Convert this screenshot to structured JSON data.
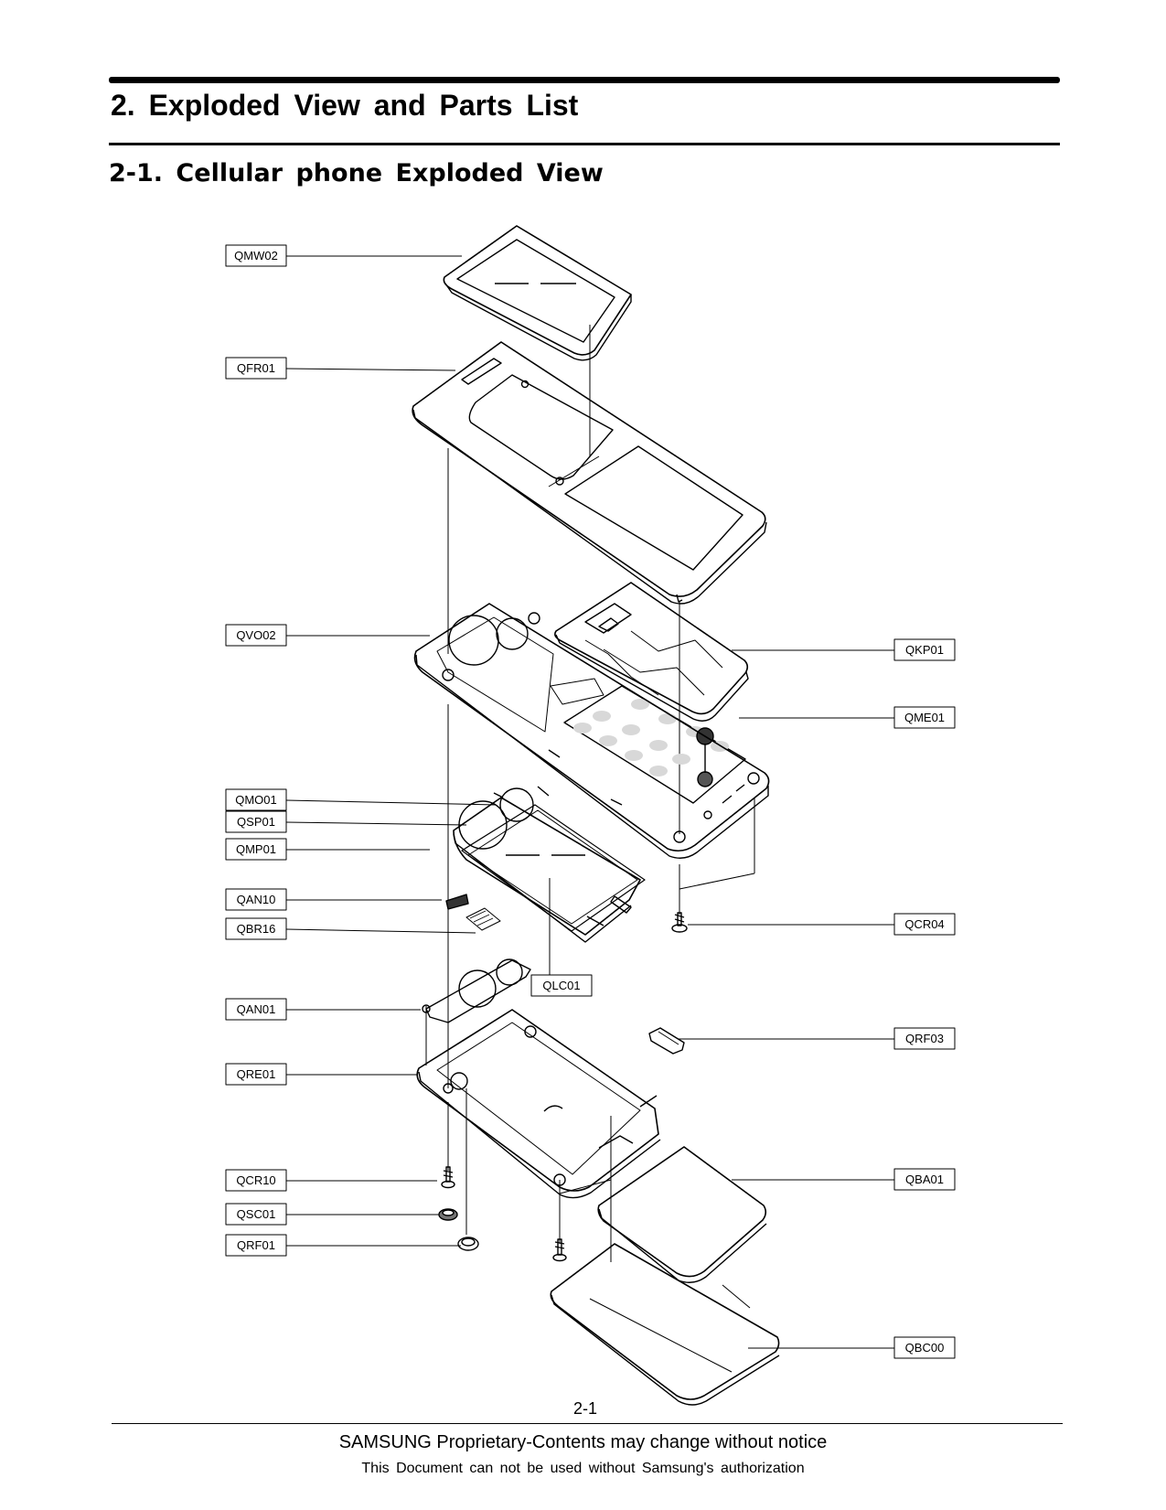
{
  "header": {
    "title": "2. Exploded View and Parts List",
    "subtitle": "2-1. Cellular phone Exploded View"
  },
  "callouts": [
    {
      "code": "QMW02"
    },
    {
      "code": "QFR01"
    },
    {
      "code": "QVO02"
    },
    {
      "code": "QKP01"
    },
    {
      "code": "QME01"
    },
    {
      "code": "QMO01"
    },
    {
      "code": "QSP01"
    },
    {
      "code": "QMP01"
    },
    {
      "code": "QAN10"
    },
    {
      "code": "QBR16"
    },
    {
      "code": "QCR04"
    },
    {
      "code": "QLC01"
    },
    {
      "code": "QAN01"
    },
    {
      "code": "QRF03"
    },
    {
      "code": "QRE01"
    },
    {
      "code": "QBA01"
    },
    {
      "code": "QCR10"
    },
    {
      "code": "QSC01"
    },
    {
      "code": "QRF01"
    },
    {
      "code": "QBC00"
    }
  ],
  "footer": {
    "page_number": "2-1",
    "notice": "SAMSUNG Proprietary-Contents may change without notice",
    "authorization": "This Document can not be used without Samsung's authorization"
  }
}
